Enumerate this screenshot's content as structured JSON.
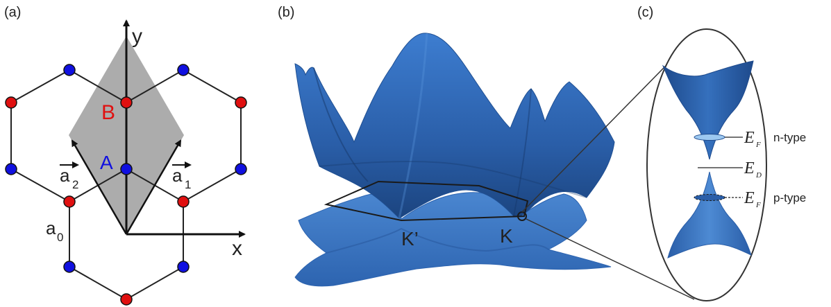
{
  "panels": {
    "a": {
      "label": "(a)",
      "axis_x": "x",
      "axis_y": "y",
      "site_A": "A",
      "site_B": "B",
      "vec_a1": "a",
      "vec_a1_sub": "1",
      "vec_a2": "a",
      "vec_a2_sub": "2",
      "bond": "a",
      "bond_sub": "0",
      "colors": {
        "site_A": "#1010e0",
        "site_B": "#e01010",
        "cell": "#a8a8a8"
      }
    },
    "b": {
      "label": "(b)",
      "point_K": "K",
      "point_Kp": "K’",
      "colors": {
        "band": "#2f6bc0",
        "band_dark": "#1d4a8f",
        "band_light": "#5b93d8"
      }
    },
    "c": {
      "label": "(c)",
      "ef_top": "E",
      "ef_top_sub": "F",
      "ed": "E",
      "ed_sub": "D",
      "ef_bottom": "E",
      "ef_bottom_sub": "F",
      "n_type": "n-type",
      "p_type": "p-type"
    }
  }
}
